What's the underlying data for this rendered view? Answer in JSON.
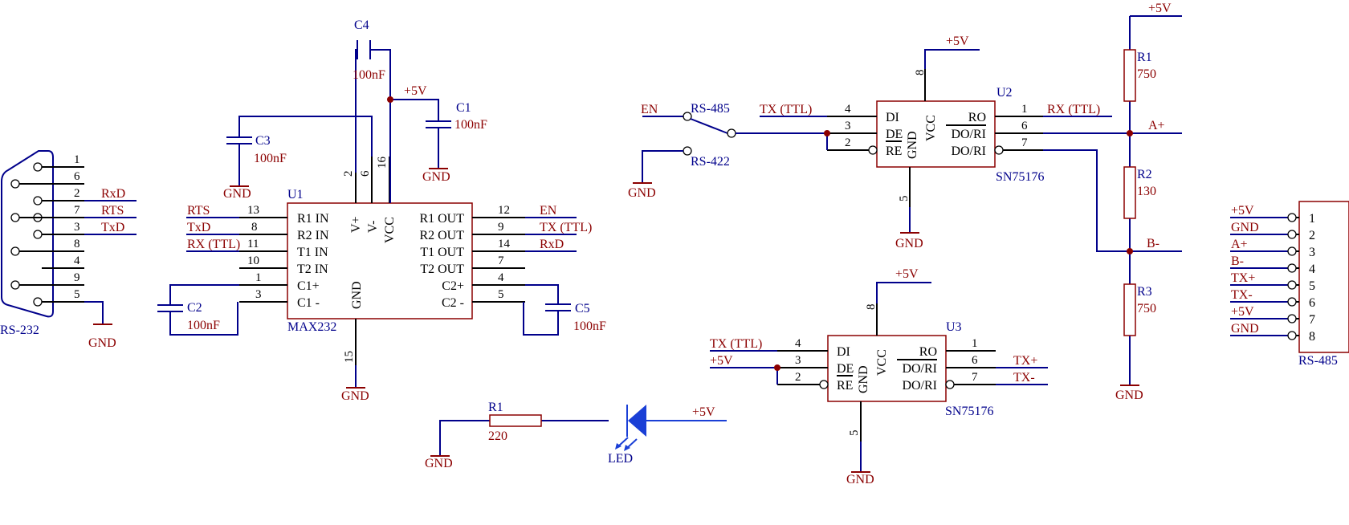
{
  "gnd": "GND",
  "vcc": "+5V",
  "db9": {
    "label": "RS-232",
    "pins": [
      "1",
      "6",
      "2",
      "7",
      "3",
      "8",
      "4",
      "9",
      "5"
    ],
    "nets": [
      "RxD",
      "RTS",
      "TxD"
    ]
  },
  "u1": {
    "ref": "U1",
    "part": "MAX232",
    "left": [
      [
        "R1 IN",
        "13",
        "RTS"
      ],
      [
        "R2 IN",
        "8",
        "TxD"
      ],
      [
        "T1 IN",
        "11",
        "RX (TTL)"
      ],
      [
        "T2 IN",
        "10",
        ""
      ],
      [
        "C1+",
        "1",
        ""
      ],
      [
        "C1 -",
        "3",
        ""
      ]
    ],
    "right": [
      [
        "R1 OUT",
        "12",
        "EN"
      ],
      [
        "R2 OUT",
        "9",
        "TX (TTL)"
      ],
      [
        "T1 OUT",
        "14",
        "RxD"
      ],
      [
        "T2 OUT",
        "7",
        ""
      ],
      [
        "C2+",
        "4",
        ""
      ],
      [
        "C2 -",
        "5",
        ""
      ]
    ],
    "top": [
      [
        "V+",
        "2"
      ],
      [
        "V-",
        "6"
      ],
      [
        "VCC",
        "16"
      ]
    ],
    "bottom": [
      [
        "GND",
        "15"
      ]
    ]
  },
  "caps": {
    "c1": {
      "ref": "C1",
      "val": "100nF"
    },
    "c2": {
      "ref": "C2",
      "val": "100nF"
    },
    "c3": {
      "ref": "C3",
      "val": "100nF"
    },
    "c4": {
      "ref": "C4",
      "val": "100nF"
    },
    "c5": {
      "ref": "C5",
      "val": "100nF"
    }
  },
  "switch": {
    "common": "EN",
    "opt1": "RS-485",
    "opt2": "RS-422"
  },
  "u2": {
    "ref": "U2",
    "part": "SN75176",
    "left": [
      [
        "DI",
        "4",
        "TX (TTL)"
      ],
      [
        "DE",
        "3",
        ""
      ],
      [
        "RE",
        "2",
        ""
      ]
    ],
    "right": [
      [
        "RO",
        "1",
        "RX (TTL)"
      ],
      [
        "DO/RI",
        "6",
        ""
      ],
      [
        "DO/RI",
        "7",
        ""
      ]
    ],
    "vcc": [
      "VCC",
      "8"
    ],
    "gnd": [
      "GND",
      "5"
    ]
  },
  "u3": {
    "ref": "U3",
    "part": "SN75176",
    "left": [
      [
        "DI",
        "4",
        "TX (TTL)"
      ],
      [
        "DE",
        "3",
        "+5V"
      ],
      [
        "RE",
        "2",
        ""
      ]
    ],
    "right": [
      [
        "RO",
        "1",
        ""
      ],
      [
        "DO/RI",
        "6",
        "TX+"
      ],
      [
        "DO/RI",
        "7",
        "TX-"
      ]
    ],
    "vcc": [
      "VCC",
      "8"
    ],
    "gnd": [
      "GND",
      "5"
    ]
  },
  "res": {
    "r1": {
      "ref": "R1",
      "val": "750"
    },
    "r2": {
      "ref": "R2",
      "val": "130"
    },
    "r3": {
      "ref": "R3",
      "val": "750"
    },
    "rled": {
      "ref": "R1",
      "val": "220"
    }
  },
  "bus": {
    "a": "A+",
    "b": "B-"
  },
  "led": "LED",
  "conn": {
    "label": "RS-485",
    "pins": [
      "1",
      "2",
      "3",
      "4",
      "5",
      "6",
      "7",
      "8"
    ],
    "nets": [
      "+5V",
      "GND",
      "A+",
      "B-",
      "TX+",
      "TX-",
      "+5V",
      "GND"
    ]
  }
}
